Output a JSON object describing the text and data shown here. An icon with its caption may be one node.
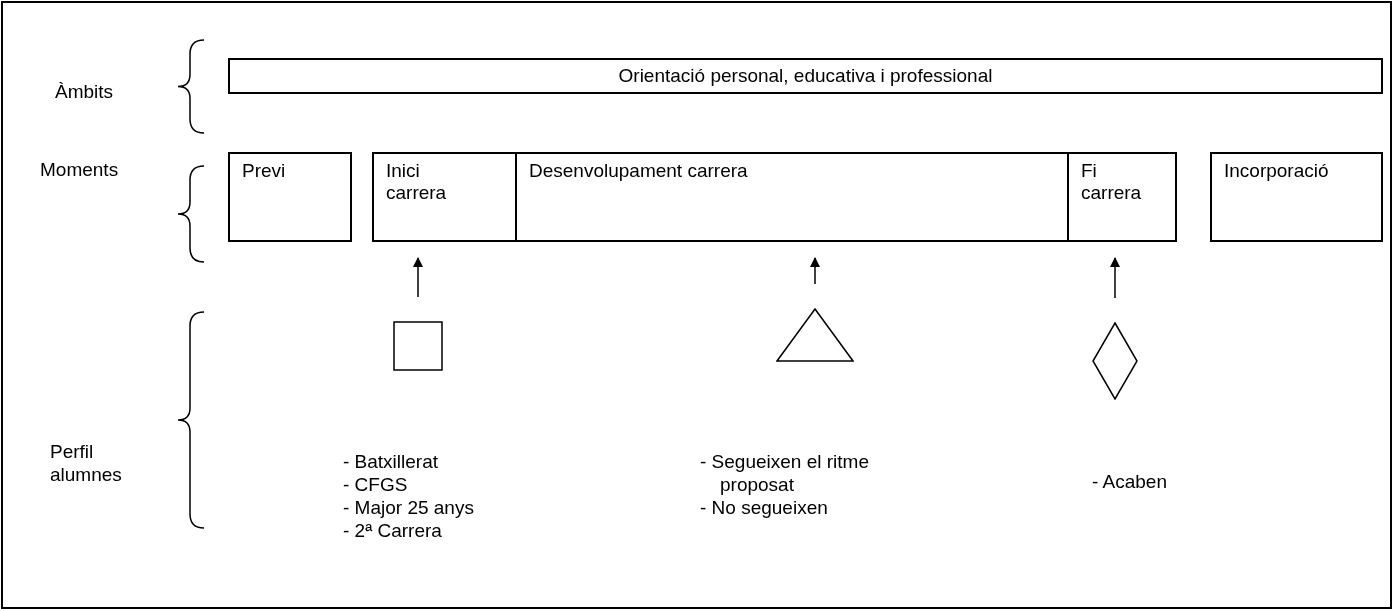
{
  "diagram": {
    "nodes": [
      {
        "text": [
          "Orientació personal, educativa i professional"
        ]
      },
      {
        "text": [
          "Previ"
        ]
      },
      {
        "text": [
          "Inici carrera"
        ]
      },
      {
        "text": [
          "Desenvolupament carrera"
        ]
      },
      {
        "text": [
          "Fi carrera"
        ]
      },
      {
        "text": [
          "Incorporació"
        ]
      },
      {
        "text": [],
        "shape": "box",
        "beside": [
          "- Batxillerat",
          "- CFGS",
          "- Major 25 anys",
          "- 2ª Carrera"
        ]
      },
      {
        "text": [],
        "shape": "triangle",
        "beside": [
          "- Segueixen el ritme proposat",
          "- No segueixen"
        ]
      },
      {
        "text": [],
        "shape": "diamond",
        "beside": [
          "- Acaben"
        ]
      }
    ],
    "edges": [
      {
        "from": 6,
        "to": 2,
        "arrow": "to"
      },
      {
        "from": 7,
        "to": 3,
        "arrow": "to"
      },
      {
        "from": 8,
        "to": 4,
        "arrow": "to"
      }
    ],
    "labels": [
      "Àmbits",
      "Moments",
      "Perfil alumnes"
    ]
  }
}
